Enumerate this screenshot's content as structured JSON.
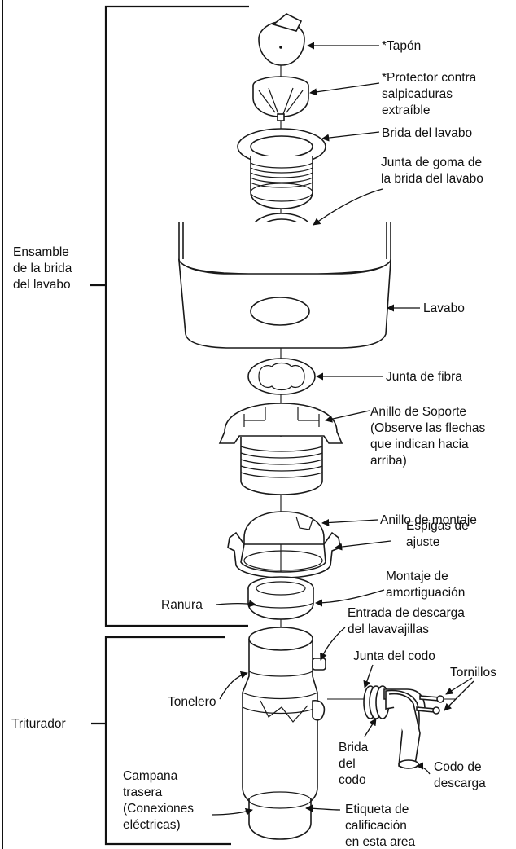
{
  "groups": {
    "flange_assembly": [
      "Ensamble",
      "de la brida",
      "del lavabo"
    ],
    "disposer": "Triturador"
  },
  "labels": {
    "stopper": "*Tapón",
    "splash_guard": [
      "*Protector contra",
      "salpicaduras",
      "extraíble"
    ],
    "sink_flange": "Brida del lavabo",
    "flange_gasket": [
      "Junta de goma de",
      "la brida del lavabo"
    ],
    "sink": "Lavabo",
    "fiber_gasket": "Junta de fibra",
    "support_ring": [
      "Anillo de Soporte",
      "(Observe las flechas",
      "que indican hacia",
      "arriba)"
    ],
    "mounting_ring": "Anillo de montaje",
    "adjust_pins": [
      "Espigas de",
      "ajuste"
    ],
    "cushion_mount": [
      "Montaje de",
      "amortiguación"
    ],
    "groove": "Ranura",
    "dishwasher_inlet": [
      "Entrada de descarga",
      "del lavavajillas"
    ],
    "elbow_gasket": "Junta del codo",
    "screws": "Tornillos",
    "hopper": "Tonelero",
    "elbow_flange": [
      "Brida",
      "del",
      "codo"
    ],
    "discharge_elbow": [
      "Codo de",
      "descarga"
    ],
    "end_bell": [
      "Campana",
      "trasera",
      "(Conexiones",
      "eléctricas)"
    ],
    "rating_label": [
      "Etiqueta de",
      "calificación",
      "en esta area"
    ]
  }
}
